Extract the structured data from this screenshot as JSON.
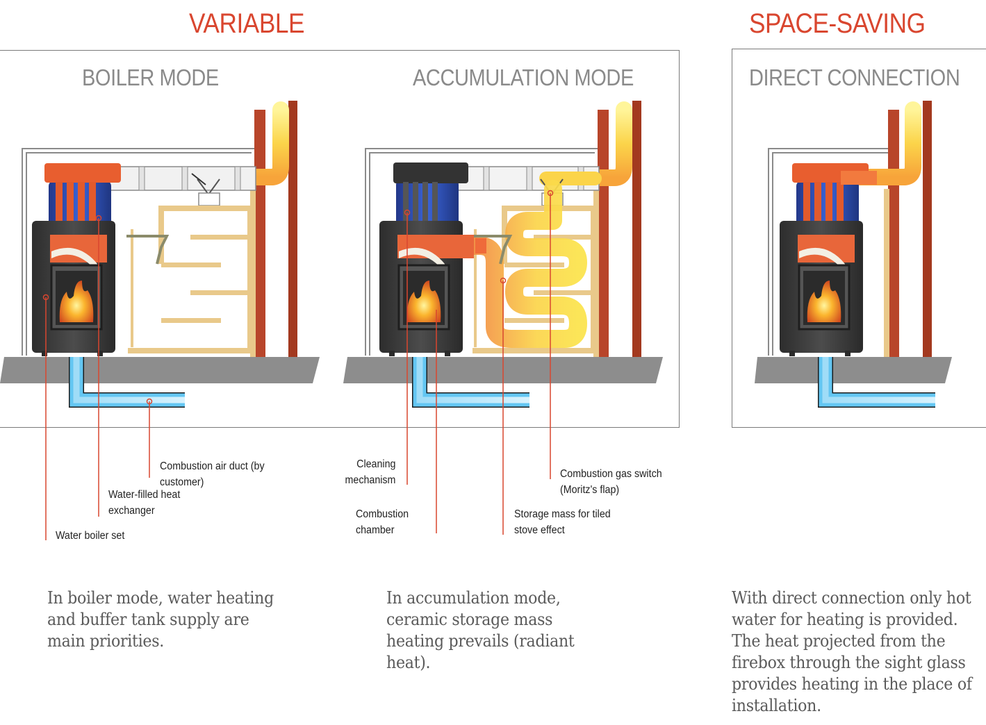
{
  "headings": {
    "variable": "VARIABLE",
    "space_saving": "SPACE-SAVING"
  },
  "modes": {
    "boiler": "BOILER MODE",
    "accumulation": "ACCUMULATION MODE",
    "direct": "DIRECT CONNECTION"
  },
  "labels": {
    "combustion_air_duct": "Combustion air duct (by customer)",
    "water_filled_heat_exchanger": "Water-filled heat exchanger",
    "water_boiler_set": "Water boiler set",
    "cleaning_mechanism": "Cleaning mechanism",
    "combustion_chamber": "Combustion chamber",
    "combustion_gas_switch": "Combustion gas switch (Moritz's flap)",
    "storage_mass": "Storage mass for tiled stove effect"
  },
  "captions": {
    "boiler": "In boiler mode, water heating and buffer tank supply are main priorities.",
    "accumulation": "In accumulation mode, ceramic storage mass heating prevails (radiant heat).",
    "direct": "With direct connection only hot water for heating is provided. The heat projected from the firebox through the sight glass provides heating in the place of installation."
  },
  "colors": {
    "accent_red": "#d9462f",
    "flue_hot": "#ef6a3a",
    "flue_warm": "#f7a43a",
    "flue_cool": "#fbe34a",
    "water_blue": "#63c6f2",
    "exchanger_blue": "#2e4fb5",
    "brick": "#a3391f",
    "insulation": "#e9c98a",
    "floor": "#8d8d8d",
    "stove": "#3b3b3b"
  }
}
